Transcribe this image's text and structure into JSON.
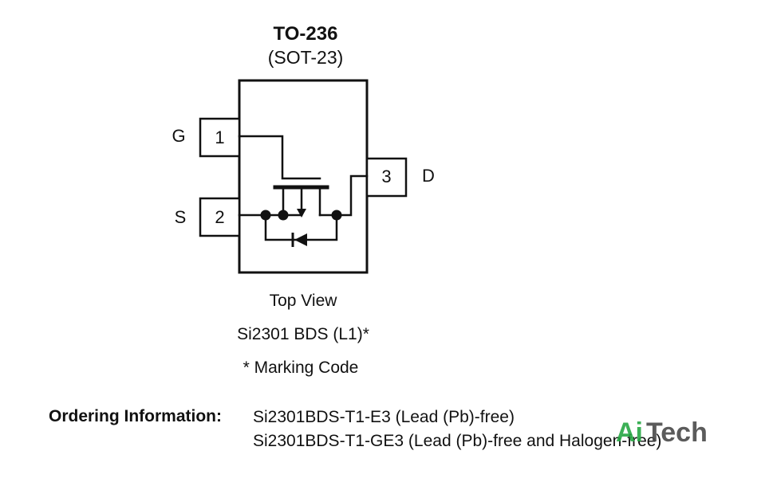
{
  "package": {
    "title": "TO-236",
    "subtitle": "(SOT-23)"
  },
  "pins": {
    "pin1": {
      "number": "1",
      "signal": "G"
    },
    "pin2": {
      "number": "2",
      "signal": "S"
    },
    "pin3": {
      "number": "3",
      "signal": "D"
    }
  },
  "caption": {
    "view": "Top View",
    "marking": "Si2301 BDS (L1)*",
    "footnote": "* Marking Code"
  },
  "ordering": {
    "heading": "Ordering Information:",
    "line1": "Si2301BDS-T1-E3 (Lead (Pb)-free)",
    "line2": "Si2301BDS-T1-GE3 (Lead (Pb)-free and Halogen-free)"
  },
  "watermark": {
    "part1": "Ai",
    "part2": "Tech",
    "color_primary": "#27a844",
    "color_secondary": "#4a4a4a"
  }
}
